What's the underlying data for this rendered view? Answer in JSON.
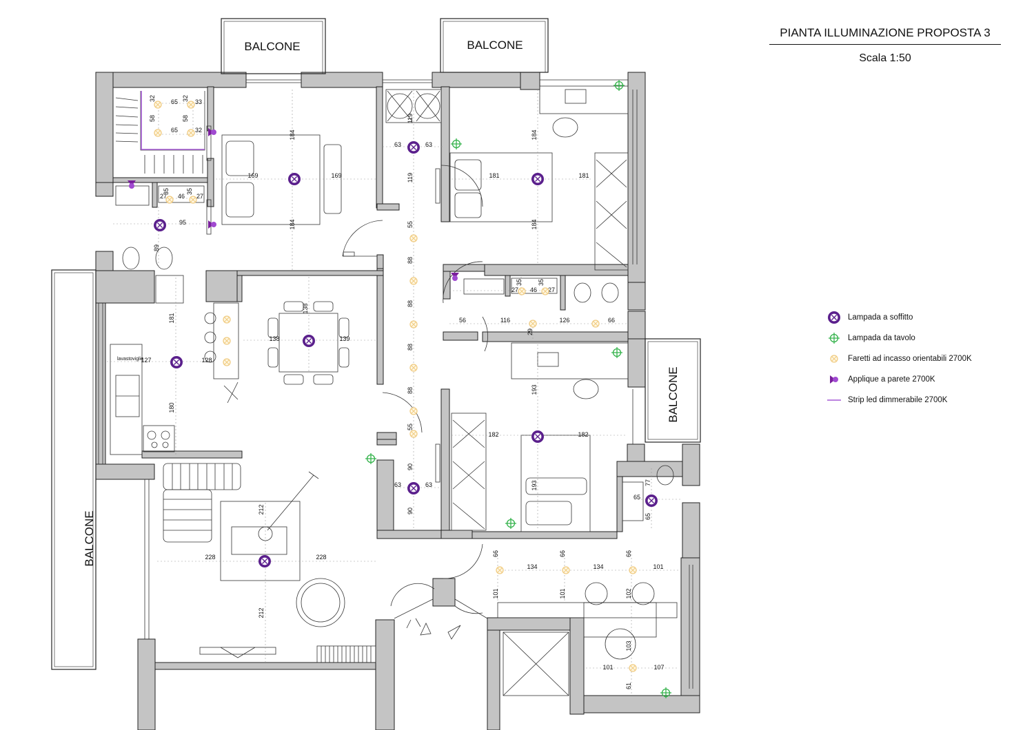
{
  "header": {
    "title": "PIANTA ILLUMINAZIONE PROPOSTA 3",
    "scale": "Scala 1:50"
  },
  "balconies": [
    "BALCONE",
    "BALCONE",
    "BALCONE",
    "BALCONE"
  ],
  "appliance_label": "lavastoviglie",
  "legend": {
    "items": [
      {
        "symbol": "ceiling-lamp",
        "label": "Lampada a soffitto"
      },
      {
        "symbol": "table-lamp",
        "label": "Lampada da tavolo"
      },
      {
        "symbol": "spotlight",
        "label": "Faretti ad incasso orientabili 2700K"
      },
      {
        "symbol": "wall-sconce",
        "label": "Applique a parete 2700K"
      },
      {
        "symbol": "led-strip",
        "label": "Strip led dimmerabile 2700K"
      }
    ]
  },
  "dimensions": [
    "65",
    "33",
    "32",
    "32",
    "58",
    "58",
    "65",
    "32",
    "184",
    "169",
    "169",
    "184",
    "35",
    "35",
    "46",
    "27",
    "27",
    "95",
    "89",
    "63",
    "63",
    "119",
    "119",
    "55",
    "88",
    "88",
    "88",
    "88",
    "55",
    "90",
    "90",
    "63",
    "63",
    "184",
    "181",
    "181",
    "184",
    "27",
    "35",
    "46",
    "35",
    "27",
    "56",
    "116",
    "126",
    "66",
    "29",
    "181",
    "127",
    "128",
    "180",
    "138",
    "138",
    "139",
    "193",
    "182",
    "182",
    "193",
    "77",
    "65",
    "65",
    "212",
    "228",
    "228",
    "212",
    "66",
    "66",
    "66",
    "134",
    "134",
    "101",
    "101",
    "101",
    "102",
    "103",
    "101",
    "107",
    "61"
  ],
  "colors": {
    "wall": "#c4c4c4",
    "line": "#222222",
    "ceiling_lamp": "#5a1f8c",
    "table_lamp": "#33b24a",
    "spotlight": "#f0cb82",
    "wall_sconce": "#7a1f9c",
    "led_strip": "#a65ad6"
  }
}
